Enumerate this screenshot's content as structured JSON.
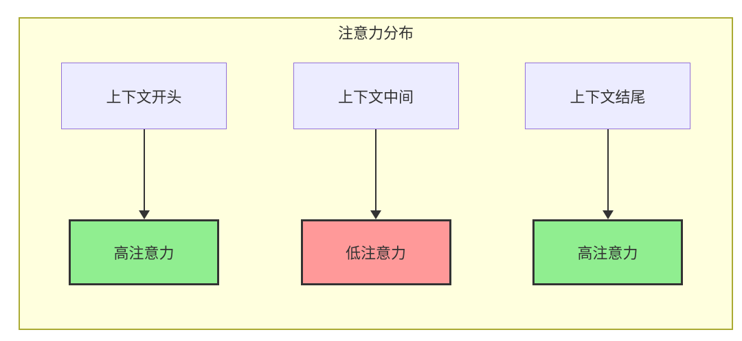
{
  "diagram": {
    "title": "注意力分布",
    "columns": [
      {
        "source": "上下文开头",
        "target": "高注意力",
        "attention_level": "high",
        "target_fill": "#90EE90"
      },
      {
        "source": "上下文中间",
        "target": "低注意力",
        "attention_level": "low",
        "target_fill": "#FF9999"
      },
      {
        "source": "上下文结尾",
        "target": "高注意力",
        "attention_level": "high",
        "target_fill": "#90EE90"
      }
    ],
    "colors": {
      "canvas_background": "#ffffff",
      "container_fill": "#ffffde",
      "container_border": "#aaaa33",
      "source_node_fill": "#ECECFF",
      "source_node_border": "#9370DB",
      "high_attention_fill": "#90EE90",
      "low_attention_fill": "#FF9999",
      "target_node_border": "#333333",
      "arrow_color": "#333333",
      "text_color": "#333333"
    }
  }
}
